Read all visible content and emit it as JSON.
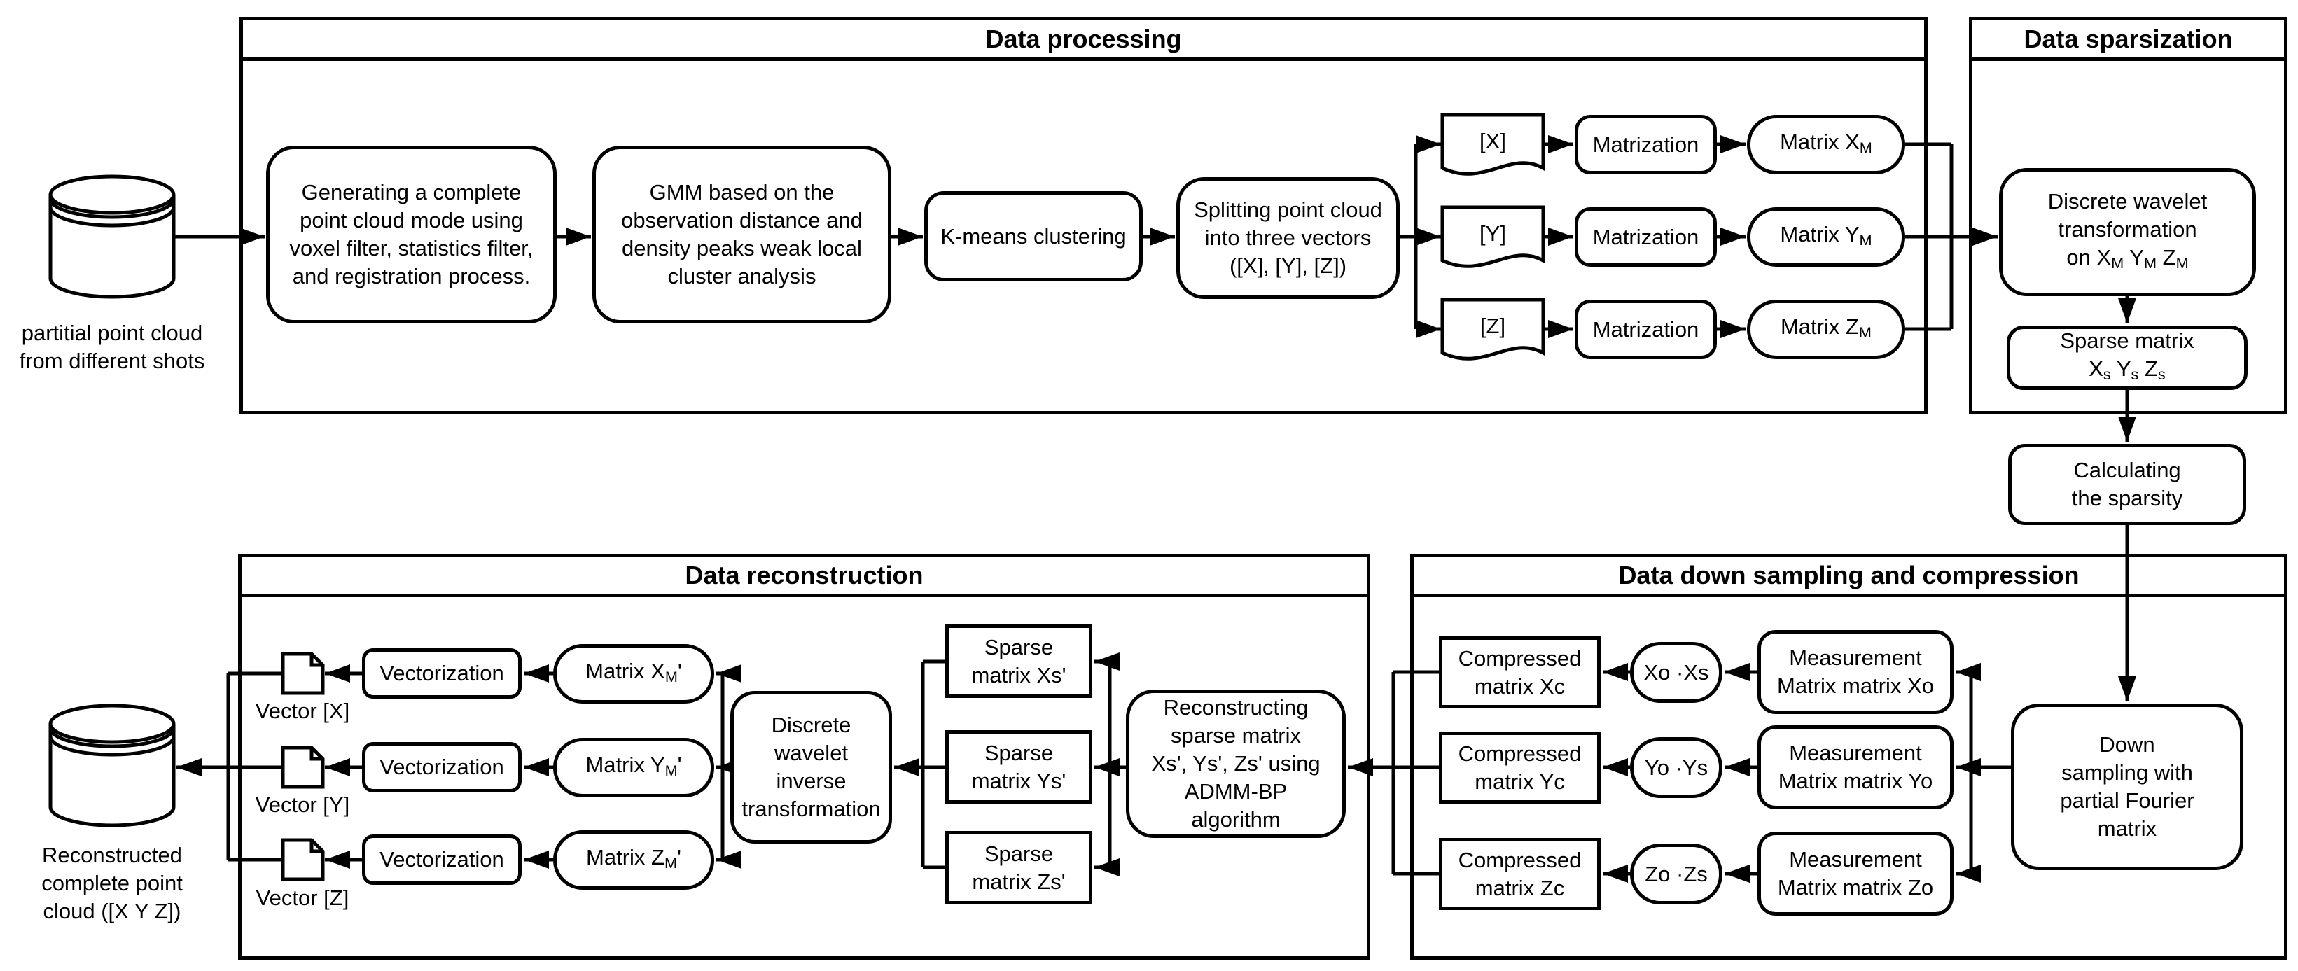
{
  "colors": {
    "background": "#ffffff",
    "stroke": "#000000"
  },
  "sections": {
    "processing": {
      "title": "Data processing"
    },
    "sparsization": {
      "title": "Data sparsization"
    },
    "reconstruction": {
      "title": "Data reconstruction"
    },
    "compression": {
      "title": "Data down sampling and compression"
    }
  },
  "nodes": {
    "generate": {
      "lines": [
        "Generating a complete",
        "point cloud mode using",
        "voxel filter, statistics filter,",
        "and registration process."
      ]
    },
    "gmm": {
      "lines": [
        "GMM based on the",
        "observation distance and",
        "density peaks weak local",
        "cluster analysis"
      ]
    },
    "kmeans": {
      "lines": [
        "K-means clustering"
      ]
    },
    "split": {
      "lines": [
        "Splitting point cloud",
        "into three vectors",
        "([X], [Y], [Z])"
      ]
    },
    "matrization_x": {
      "lines": [
        "Matrization"
      ]
    },
    "matrization_y": {
      "lines": [
        "Matrization"
      ]
    },
    "matrization_z": {
      "lines": [
        "Matrization"
      ]
    },
    "matrix_xm": {
      "lines": [
        [
          {
            "t": "Matrix X"
          },
          {
            "sub": "M"
          }
        ]
      ]
    },
    "matrix_ym": {
      "lines": [
        [
          {
            "t": "Matrix Y"
          },
          {
            "sub": "M"
          }
        ]
      ]
    },
    "matrix_zm": {
      "lines": [
        [
          {
            "t": "Matrix Z"
          },
          {
            "sub": "M"
          }
        ]
      ]
    },
    "dwt": {
      "lines": [
        "Discrete wavelet",
        "transformation",
        [
          {
            "t": "on X"
          },
          {
            "sub": "M"
          },
          {
            "t": " Y"
          },
          {
            "sub": "M"
          },
          {
            "t": " Z"
          },
          {
            "sub": "M"
          }
        ]
      ]
    },
    "sparse_matrix": {
      "lines": [
        "Sparse matrix",
        [
          {
            "t": "X"
          },
          {
            "sub": "s"
          },
          {
            "t": " Y"
          },
          {
            "sub": "s"
          },
          {
            "t": " Z"
          },
          {
            "sub": "s"
          }
        ]
      ]
    },
    "calc_sparsity": {
      "lines": [
        "Calculating",
        "the sparsity"
      ]
    },
    "down_sampling": {
      "lines": [
        "Down",
        "sampling with",
        "partial Fourier",
        "matrix"
      ]
    },
    "meas_x": {
      "lines": [
        "Measurement",
        "Matrix matrix Xo"
      ]
    },
    "meas_y": {
      "lines": [
        "Measurement",
        "Matrix matrix Yo"
      ]
    },
    "meas_z": {
      "lines": [
        "Measurement",
        "Matrix matrix Zo"
      ]
    },
    "op_x": {
      "lines": [
        "Xo ·Xs"
      ]
    },
    "op_y": {
      "lines": [
        "Yo ·Ys"
      ]
    },
    "op_z": {
      "lines": [
        "Zo ·Zs"
      ]
    },
    "comp_x": {
      "lines": [
        "Compressed",
        "matrix Xc"
      ]
    },
    "comp_y": {
      "lines": [
        "Compressed",
        "matrix Yc"
      ]
    },
    "comp_z": {
      "lines": [
        "Compressed",
        "matrix Zc"
      ]
    },
    "reconstructing": {
      "lines": [
        "Reconstructing",
        "sparse matrix",
        "Xs', Ys', Zs' using",
        "ADMM-BP",
        "algorithm"
      ]
    },
    "sparse_x2": {
      "lines": [
        "Sparse",
        "matrix Xs'"
      ]
    },
    "sparse_y2": {
      "lines": [
        "Sparse",
        "matrix Ys'"
      ]
    },
    "sparse_z2": {
      "lines": [
        "Sparse",
        "matrix Zs'"
      ]
    },
    "dwit": {
      "lines": [
        "Discrete",
        "wavelet",
        "inverse",
        "transformation"
      ]
    },
    "matrix_xm2": {
      "lines": [
        [
          {
            "t": "Matrix X"
          },
          {
            "sub": "M"
          },
          {
            "t": "'"
          }
        ]
      ]
    },
    "matrix_ym2": {
      "lines": [
        [
          {
            "t": "Matrix Y"
          },
          {
            "sub": "M"
          },
          {
            "t": "'"
          }
        ]
      ]
    },
    "matrix_zm2": {
      "lines": [
        [
          {
            "t": "Matrix Z"
          },
          {
            "sub": "M"
          },
          {
            "t": "'"
          }
        ]
      ]
    },
    "vectorization_x": {
      "lines": [
        "Vectorization"
      ]
    },
    "vectorization_y": {
      "lines": [
        "Vectorization"
      ]
    },
    "vectorization_z": {
      "lines": [
        "Vectorization"
      ]
    }
  },
  "labels": {
    "input_cloud": {
      "lines": [
        "partitial point cloud",
        "from different shots"
      ]
    },
    "output_cloud": {
      "lines": [
        "Reconstructed",
        "complete point",
        "cloud ([X Y Z])"
      ]
    },
    "doc_x": {
      "lines": [
        "[X]"
      ]
    },
    "doc_y": {
      "lines": [
        "[Y]"
      ]
    },
    "doc_z": {
      "lines": [
        "[Z]"
      ]
    },
    "vector_x": {
      "lines": [
        "Vector [X]"
      ]
    },
    "vector_y": {
      "lines": [
        "Vector [Y]"
      ]
    },
    "vector_z": {
      "lines": [
        "Vector [Z]"
      ]
    }
  }
}
